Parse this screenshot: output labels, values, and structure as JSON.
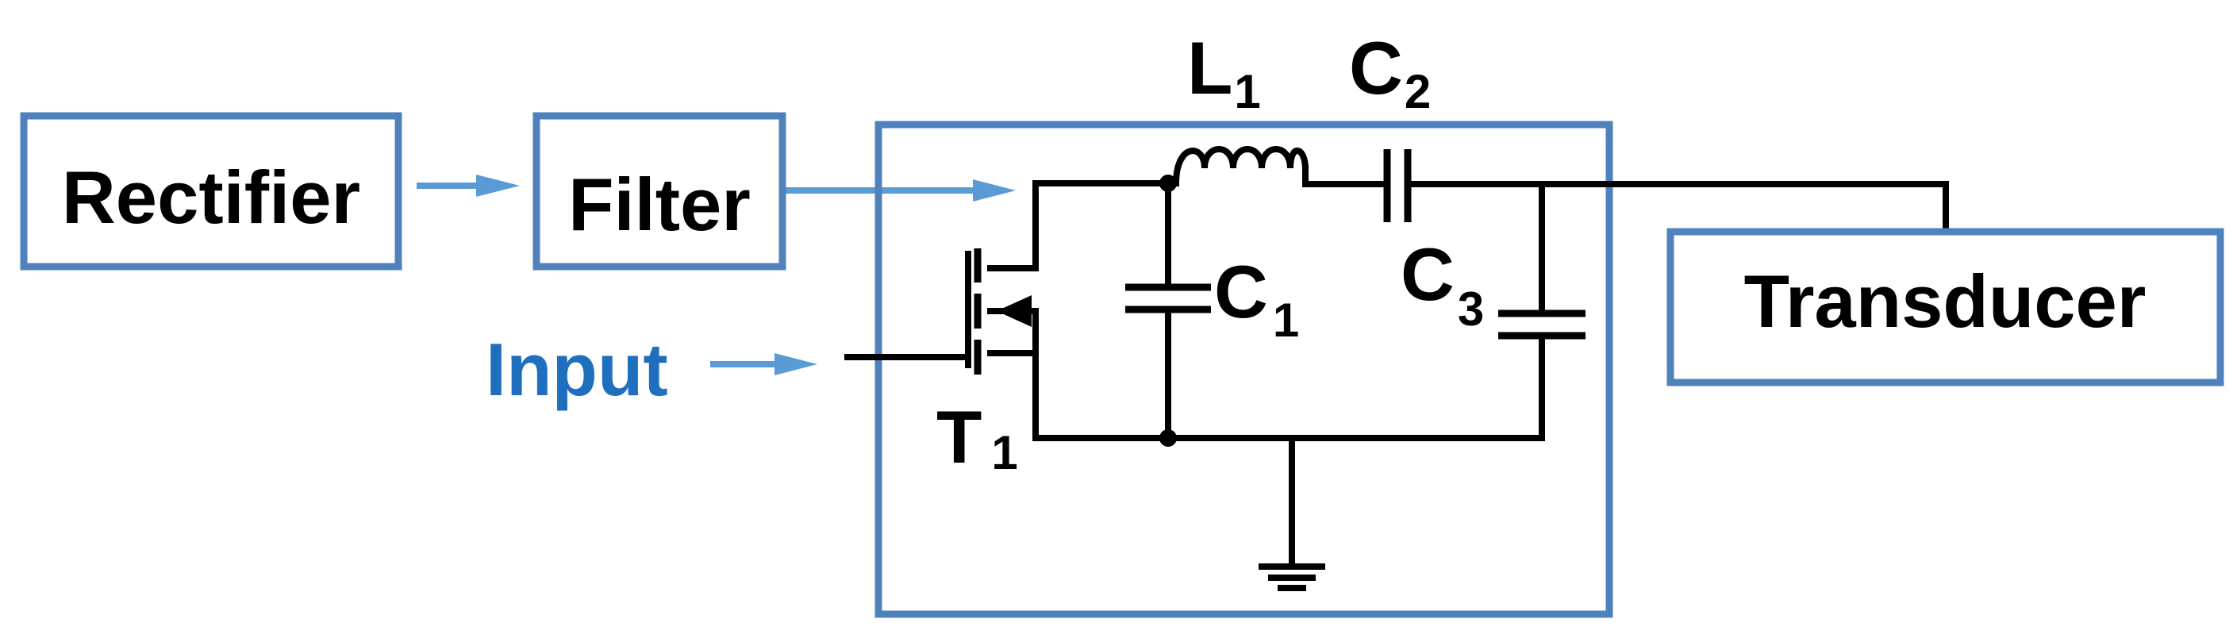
{
  "blocks": {
    "rectifier": "Rectifier",
    "filter": "Filter",
    "transducer": "Transducer"
  },
  "input_label": "Input",
  "components": {
    "L1": {
      "main": "L",
      "sub": "1"
    },
    "C1": {
      "main": "C",
      "sub": "1"
    },
    "C2": {
      "main": "C",
      "sub": "2"
    },
    "C3": {
      "main": "C",
      "sub": "3"
    },
    "T1": {
      "main": "T",
      "sub": "1"
    }
  },
  "colors": {
    "block_border": "#4f81bd",
    "arrow": "#5b9bd5",
    "input_text": "#1f6fbf",
    "wire": "#000000"
  }
}
